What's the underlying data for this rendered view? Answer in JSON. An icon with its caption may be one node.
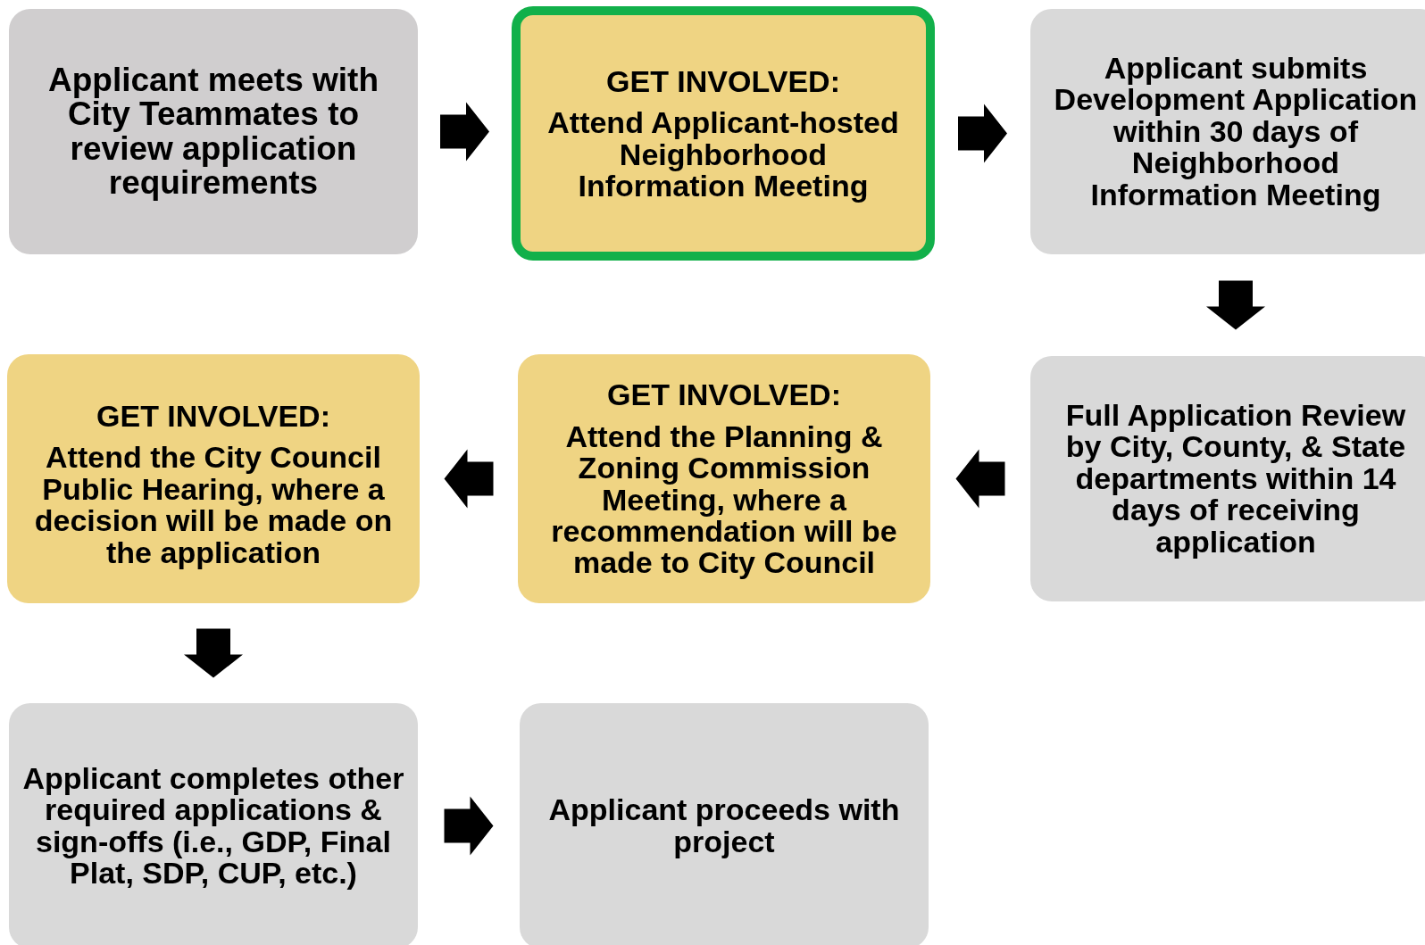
{
  "diagram": {
    "nodes": [
      {
        "text": [
          "Applicant meets with City Teammates to review application requirements"
        ]
      },
      {
        "text": [
          "GET INVOLVED:",
          "Attend Applicant-hosted Neighborhood Information Meeting"
        ]
      },
      {
        "text": [
          "Applicant submits Development Application within 30 days of Neighborhood Information Meeting"
        ]
      },
      {
        "text": [
          "Full Application Review by City, County, & State departments within 14 days of receiving application"
        ]
      },
      {
        "text": [
          "GET INVOLVED:",
          "Attend the Planning & Zoning Commission Meeting, where a recommendation will be made to City Council"
        ]
      },
      {
        "text": [
          "GET INVOLVED:",
          "Attend the City Council Public Hearing, where a decision will be made on the application"
        ]
      },
      {
        "text": [
          "Applicant completes other required applications & sign-offs (i.e., GDP, Final Plat, SDP, CUP, etc.)"
        ]
      },
      {
        "text": [
          "Applicant proceeds with project"
        ]
      }
    ],
    "edges": [
      {
        "from": 0,
        "to": 1,
        "arrow": "to"
      },
      {
        "from": 1,
        "to": 2,
        "arrow": "to"
      },
      {
        "from": 2,
        "to": 3,
        "arrow": "to"
      },
      {
        "from": 3,
        "to": 4,
        "arrow": "to"
      },
      {
        "from": 4,
        "to": 5,
        "arrow": "to"
      },
      {
        "from": 5,
        "to": 6,
        "arrow": "to"
      },
      {
        "from": 6,
        "to": 7,
        "arrow": "to"
      }
    ]
  }
}
